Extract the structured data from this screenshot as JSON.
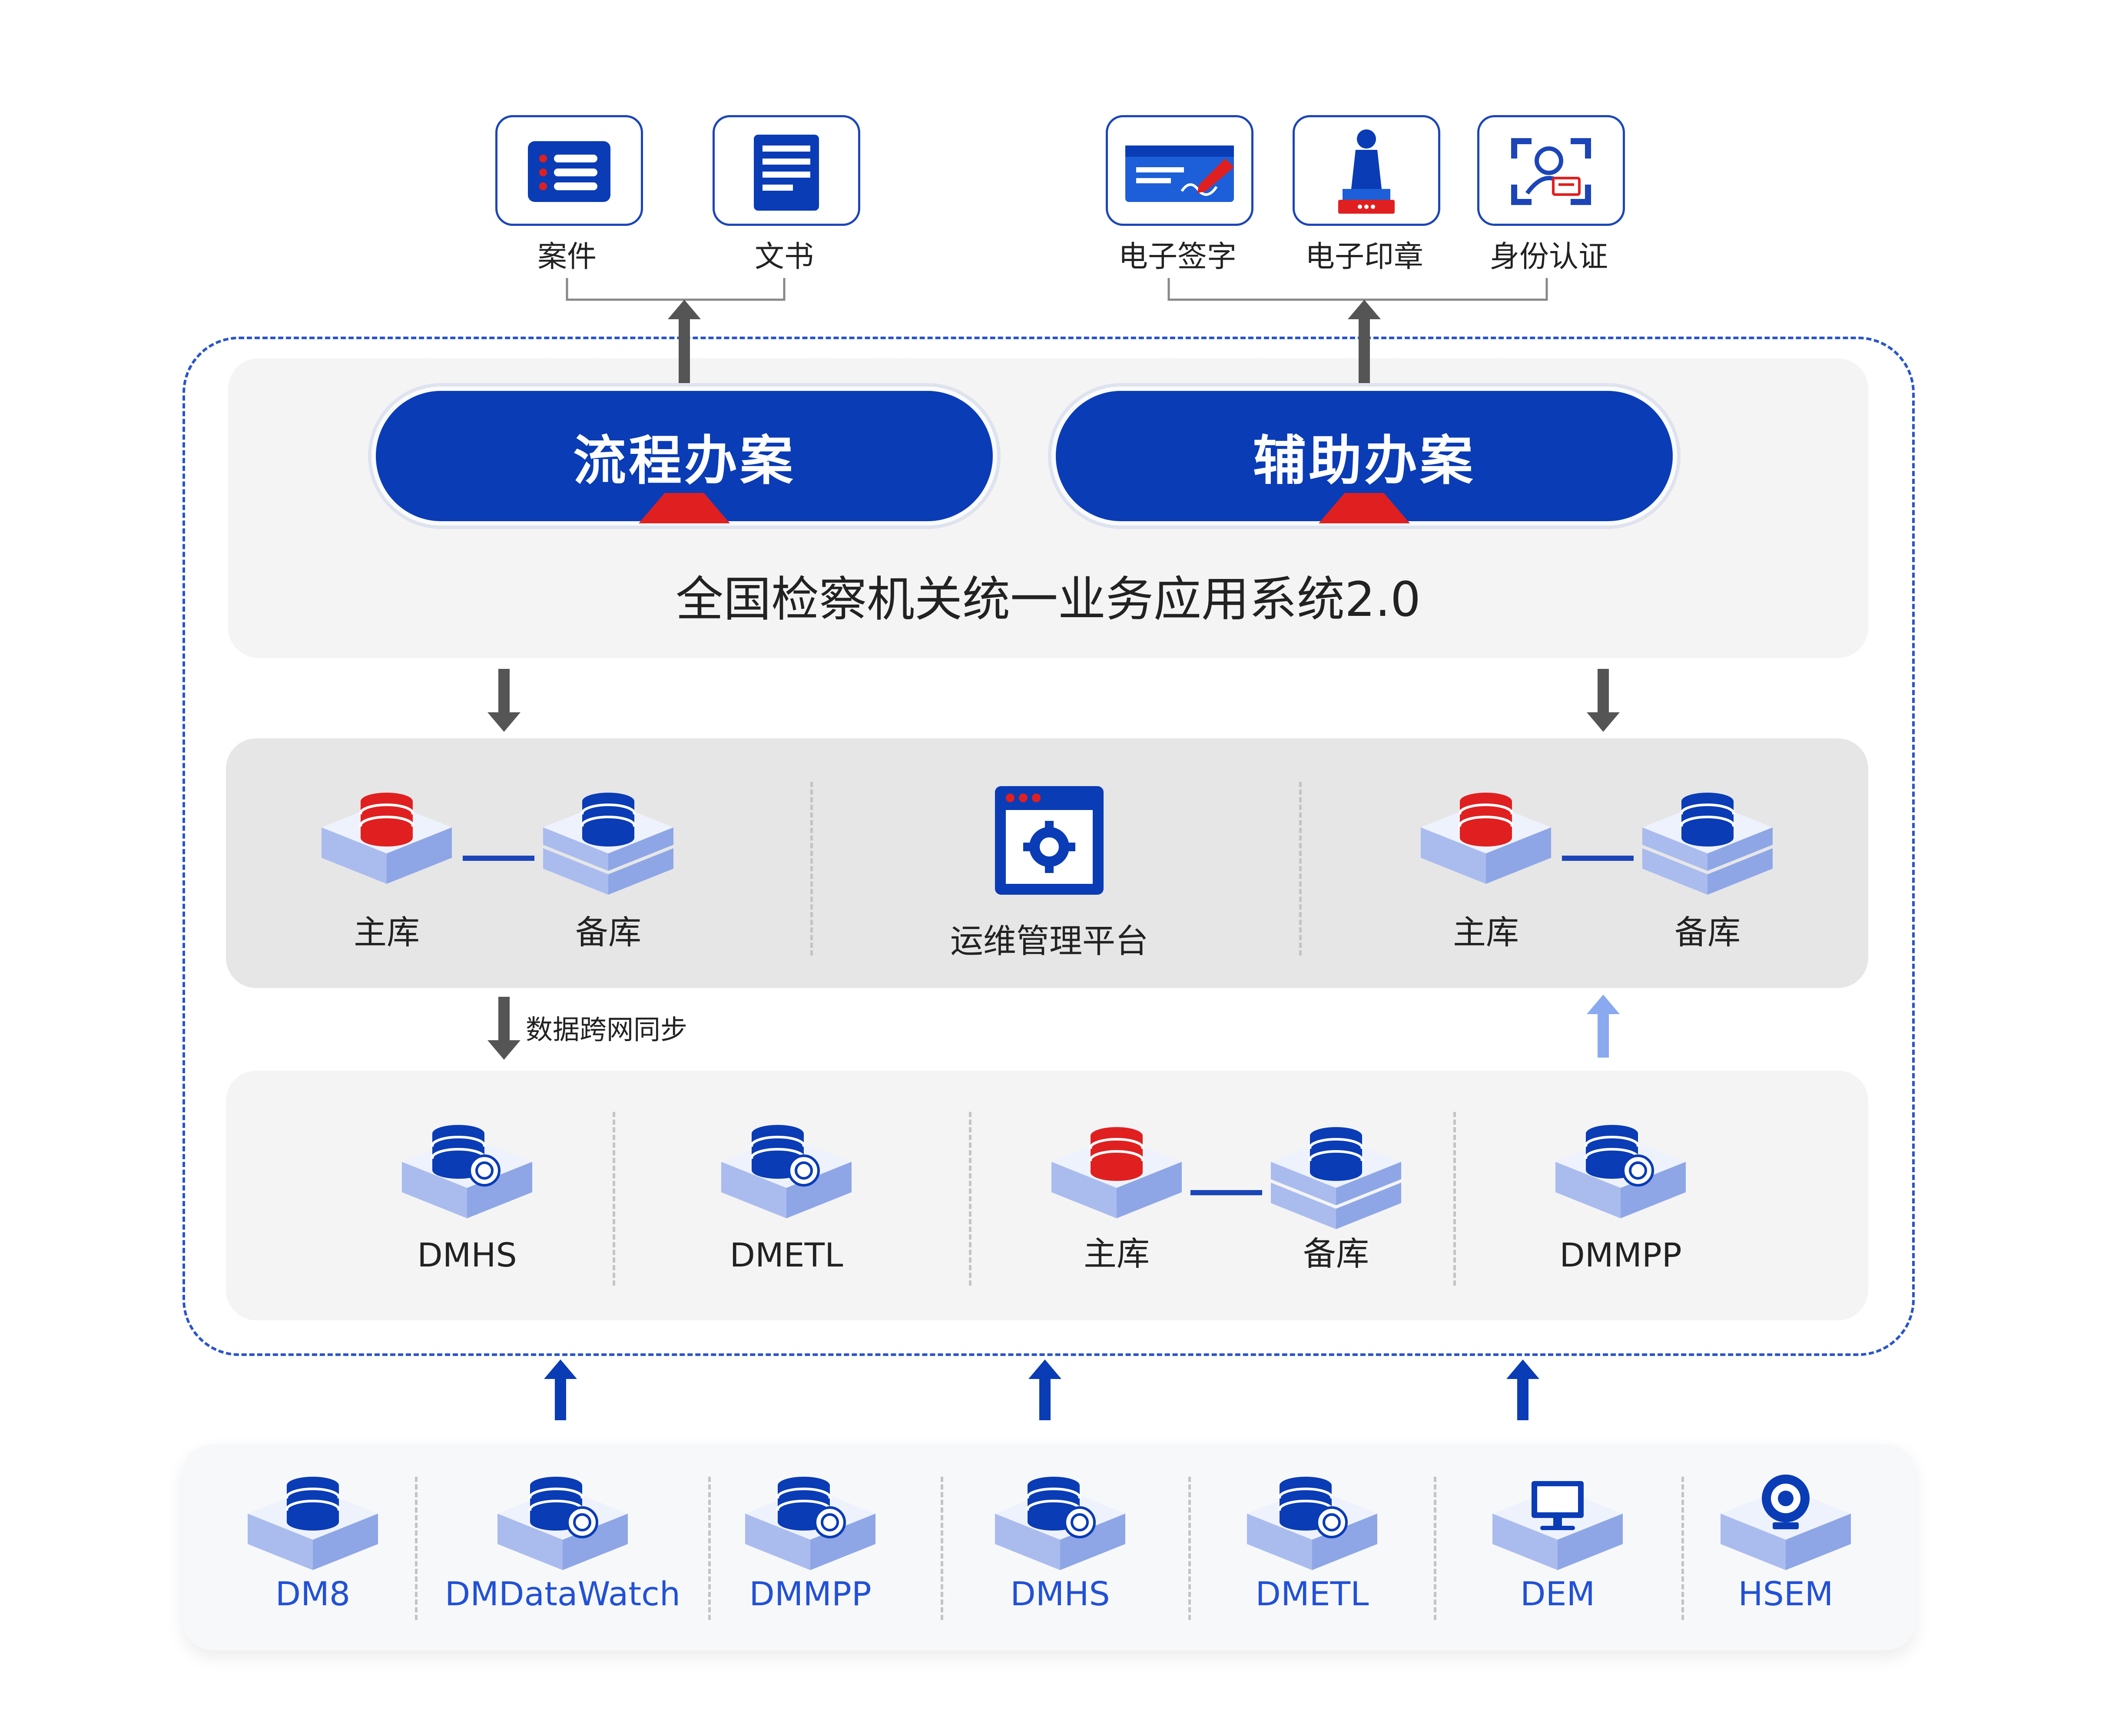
{
  "top_services": {
    "left_group": [
      "案件",
      "文书"
    ],
    "right_group": [
      "电子签字",
      "电子印章",
      "身份认证"
    ]
  },
  "app_layer": {
    "pill_left": "流程办案",
    "pill_right": "辅助办案",
    "system_title": "全国检察机关统一业务应用系统2.0"
  },
  "db_layer": {
    "left_primary": "主库",
    "left_backup": "备库",
    "center": "运维管理平台",
    "right_primary": "主库",
    "right_backup": "备库"
  },
  "sync_label": "数据跨网同步",
  "tool_layer": {
    "items": [
      "DMHS",
      "DMETL",
      "主库",
      "备库",
      "DMMPP"
    ]
  },
  "products": [
    "DM8",
    "DMDataWatch",
    "DMMPP",
    "DMHS",
    "DMETL",
    "DEM",
    "HSEM"
  ],
  "colors": {
    "brand_blue": "#0a3cb6",
    "accent_red": "#e02020",
    "arrow_gray": "#555555",
    "arrow_light_blue": "#8aa9ee",
    "label_blue": "#2251d6"
  }
}
